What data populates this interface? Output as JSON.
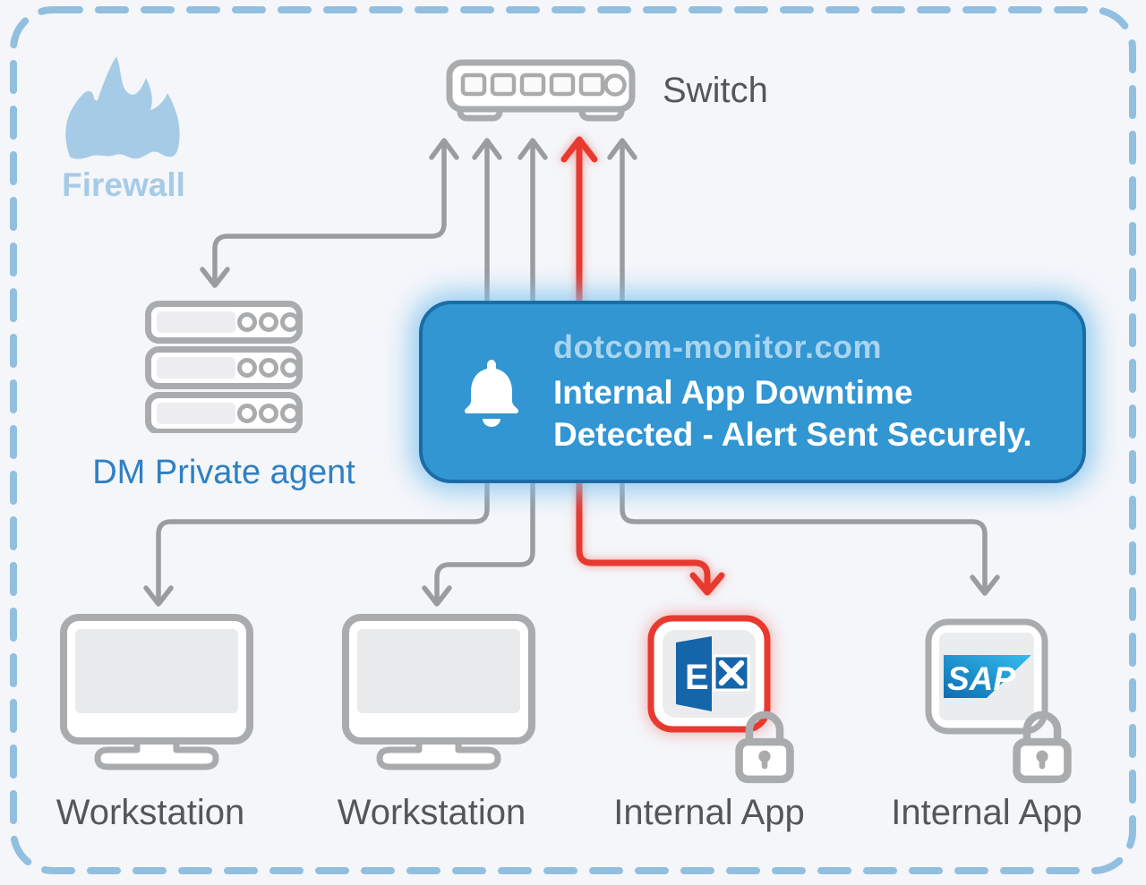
{
  "diagram": {
    "firewall_label": "Firewall",
    "switch_label": "Switch",
    "agent_label": "DM Private agent",
    "workstation1_label": "Workstation",
    "workstation2_label": "Workstation",
    "app1_label": "Internal App",
    "app2_label": "Internal App",
    "app1_logo_letter": "E",
    "app2_logo_text": "SAP"
  },
  "alert": {
    "brand": "dotcom-monitor.com",
    "line1": "Internal App Downtime",
    "line2": "Detected - Alert Sent Securely."
  },
  "colors": {
    "bg": "#f4f6fa",
    "dashed_border": "#92bfdf",
    "line_gray": "#9a9ca0",
    "icon_gray": "#a9abad",
    "screen_gray": "#e9eaec",
    "panel_gray": "#ededef",
    "label_gray": "#54565a",
    "firewall_blue": "#a6cbe6",
    "agent_text_blue": "#2f80c3",
    "alert_blue": "#3196d2",
    "alert_border_blue": "#1a6da4",
    "brand_text_blue": "#a9d4ee",
    "alert_red": "#e8392f",
    "exchange_blue": "#1565ab",
    "sap_blue_dark": "#0d6db0",
    "sap_blue_light": "#35bdee"
  }
}
